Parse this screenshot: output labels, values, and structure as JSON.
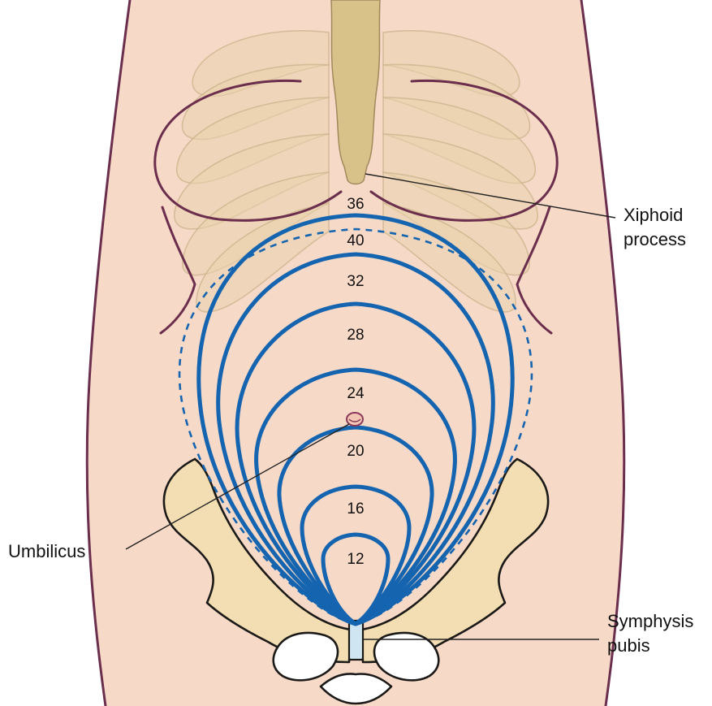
{
  "fundal_heights": {
    "weeks_36": "36",
    "weeks_40": "40",
    "weeks_32": "32",
    "weeks_28": "28",
    "weeks_24": "24",
    "weeks_20": "20",
    "weeks_16": "16",
    "weeks_12": "12"
  },
  "labels": {
    "xiphoid_line1": "Xiphoid",
    "xiphoid_line2": "process",
    "umbilicus": "Umbilicus",
    "symphysis_line1": "Symphysis",
    "symphysis_line2": "pubis"
  },
  "colors": {
    "fundus_line": "#1464b0",
    "skin": "#f7d9c7",
    "body_outline": "#6b2f4d",
    "bone": "#f2deb2"
  }
}
